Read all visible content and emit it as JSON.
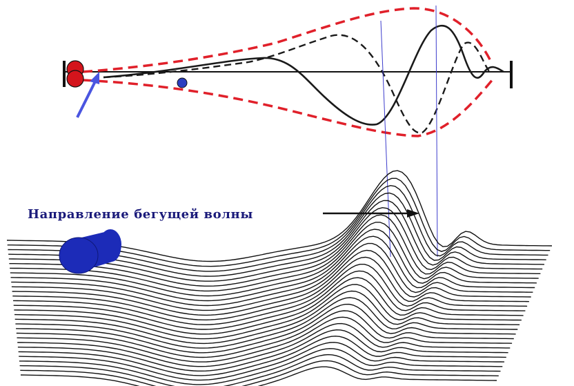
{
  "caption": {
    "text": "Направление бегущей волны"
  },
  "colors": {
    "envelope": "#e0202a",
    "wave_solid": "#1a1a1a",
    "wave_dashed": "#1a1a1a",
    "marker_lines": "#3c3ccc",
    "pointer_arrow": "#4a55e0",
    "stapes": "#d4141c",
    "round_window": "#2b3ec0",
    "cylinder": "#1c2bb8",
    "mesh": "#111111"
  },
  "icons": {
    "stapes": "red-double-circle",
    "round_window": "blue-dot",
    "pointer": "blue-arrow",
    "cylinder": "blue-cylinder"
  }
}
